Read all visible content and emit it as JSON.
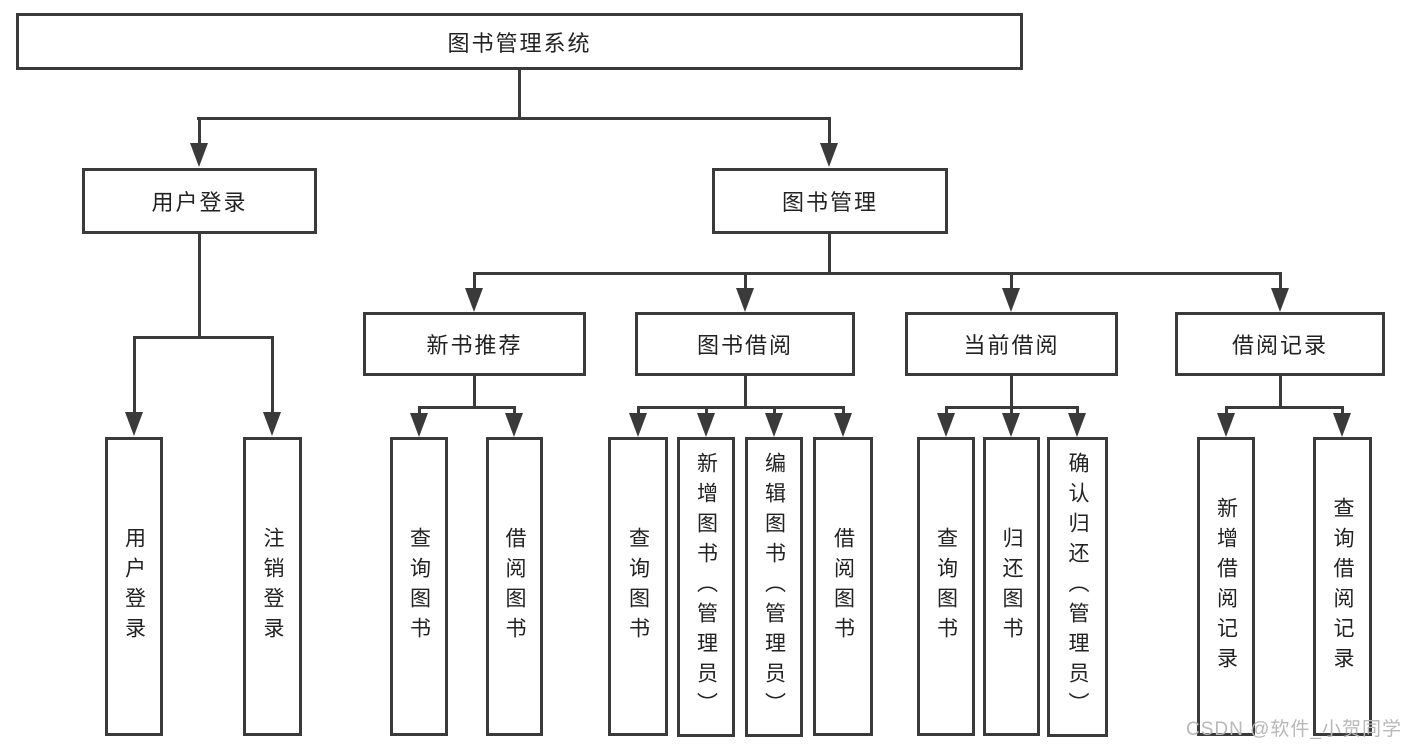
{
  "diagram": {
    "title": "图书管理系统",
    "level2": [
      {
        "label": "用户登录"
      },
      {
        "label": "图书管理"
      }
    ],
    "level3": [
      {
        "label": "新书推荐",
        "parent": "图书管理"
      },
      {
        "label": "图书借阅",
        "parent": "图书管理"
      },
      {
        "label": "当前借阅",
        "parent": "图书管理"
      },
      {
        "label": "借阅记录",
        "parent": "图书管理"
      }
    ],
    "leaves": [
      {
        "label": "用户登录",
        "parent": "用户登录"
      },
      {
        "label": "注销登录",
        "parent": "用户登录"
      },
      {
        "label": "查询图书",
        "parent": "新书推荐"
      },
      {
        "label": "借阅图书",
        "parent": "新书推荐"
      },
      {
        "label": "查询图书",
        "parent": "图书借阅"
      },
      {
        "label": "新增图书（管理员）",
        "parent": "图书借阅"
      },
      {
        "label": "编辑图书（管理员）",
        "parent": "图书借阅"
      },
      {
        "label": "借阅图书",
        "parent": "图书借阅"
      },
      {
        "label": "查询图书",
        "parent": "当前借阅"
      },
      {
        "label": "归还图书",
        "parent": "当前借阅"
      },
      {
        "label": "确认归还（管理员）",
        "parent": "当前借阅"
      },
      {
        "label": "新增借阅记录",
        "parent": "借阅记录"
      },
      {
        "label": "查询借阅记录",
        "parent": "借阅记录"
      }
    ],
    "watermark": "CSDN @软件_小贺同学",
    "colors": {
      "line": "#3a3a3a",
      "text": "#222222",
      "watermark": "#b8b8b8",
      "background": "#ffffff"
    }
  }
}
